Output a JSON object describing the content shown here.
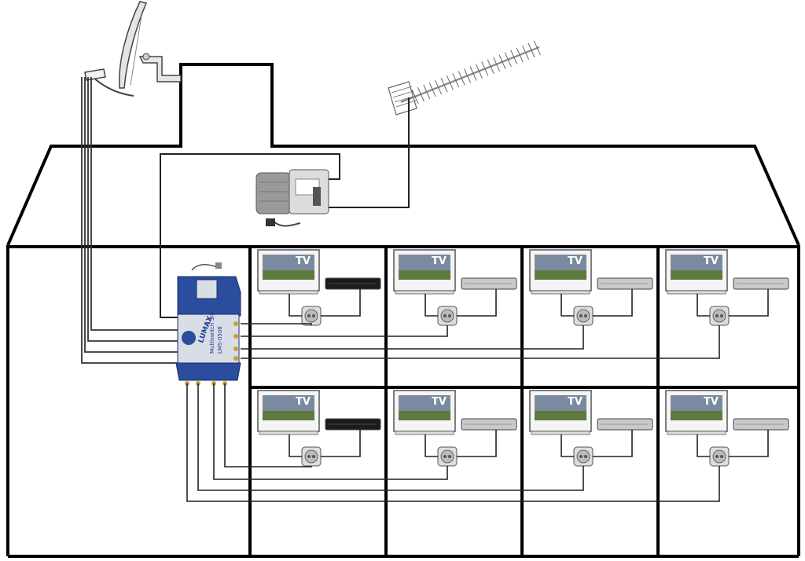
{
  "tv_label": "TV",
  "multiswitch": {
    "brand": "LUMAX",
    "model_line_1": "Multiswitch 5/8",
    "model_line_2": "LMS-0508"
  },
  "colors": {
    "walls": "#000000",
    "cable": "#222222",
    "multiswitch_blue": "#2a4d9e",
    "multiswitch_silver": "#d8dde6",
    "receiver_dark": "#1b1b1b",
    "receiver_silver": "#c9c9c9",
    "tv_screen_sky": "#7a8aa0",
    "tv_screen_grass": "#5e7a3e"
  },
  "icons": [
    "satellite-dish-icon",
    "terrestrial-antenna-icon",
    "amplifier-icon",
    "power-plug-icon",
    "multiswitch-icon",
    "tv-icon",
    "receiver-icon",
    "wall-socket-icon"
  ],
  "rooms": {
    "upper_floor": [
      {
        "receiver": "dark"
      },
      {
        "receiver": "silver"
      },
      {
        "receiver": "silver"
      },
      {
        "receiver": "silver"
      }
    ],
    "lower_floor": [
      {
        "receiver": "dark"
      },
      {
        "receiver": "silver"
      },
      {
        "receiver": "silver"
      },
      {
        "receiver": "silver"
      }
    ]
  }
}
